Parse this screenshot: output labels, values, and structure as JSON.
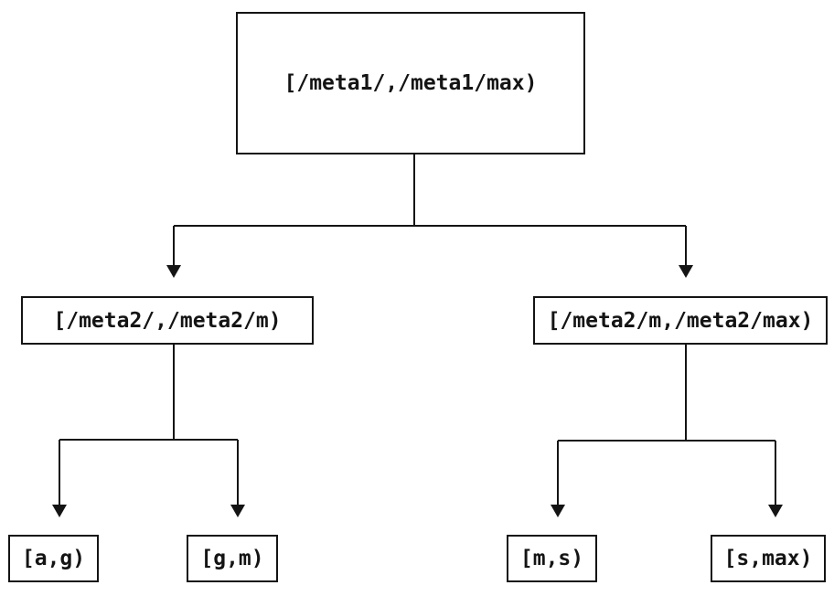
{
  "diagram": {
    "type": "tree",
    "description": "Key-range partition tree",
    "colors": {
      "background": "#ffffff",
      "line": "#141414",
      "text": "#141414"
    },
    "nodes": {
      "root": {
        "label": "[/meta1/,/meta1/max)"
      },
      "left_child": {
        "label": "[/meta2/,/meta2/m)"
      },
      "right_child": {
        "label": "[/meta2/m,/meta2/max)"
      },
      "leaf_ag": {
        "label": "[a,g)"
      },
      "leaf_gm": {
        "label": "[g,m)"
      },
      "leaf_ms": {
        "label": "[m,s)"
      },
      "leaf_smax": {
        "label": "[s,max)"
      }
    },
    "edges": [
      {
        "from": "root",
        "to": "left_child"
      },
      {
        "from": "root",
        "to": "right_child"
      },
      {
        "from": "left_child",
        "to": "leaf_ag"
      },
      {
        "from": "left_child",
        "to": "leaf_gm"
      },
      {
        "from": "right_child",
        "to": "leaf_ms"
      },
      {
        "from": "right_child",
        "to": "leaf_smax"
      }
    ]
  }
}
